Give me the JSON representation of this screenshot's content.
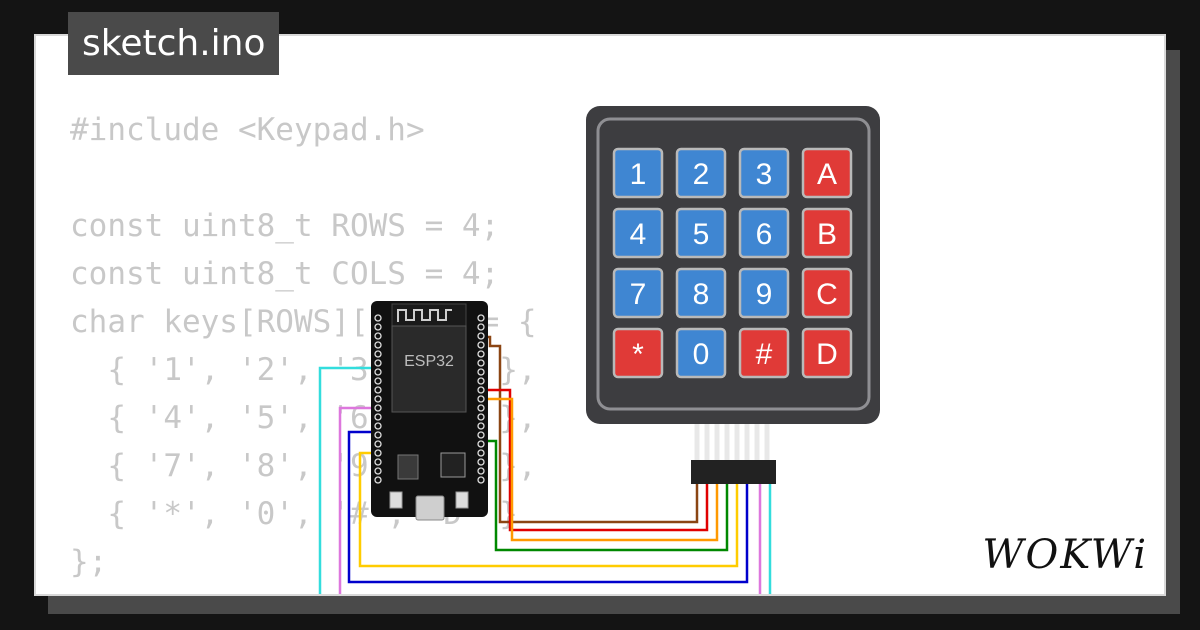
{
  "file_tab": {
    "label": "sketch.ino"
  },
  "code_lines": [
    "#include <Keypad.h>",
    "",
    "const uint8_t ROWS = 4;",
    "const uint8_t COLS = 4;",
    "char keys[ROWS][COLS] = {",
    "  { '1', '2', '3', 'A' },",
    "  { '4', '5', '6', 'B' },",
    "  { '7', '8', '9', 'C' },",
    "  { '*', '0', '#', 'D' }",
    "};"
  ],
  "esp32": {
    "label": "ESP32"
  },
  "keypad": {
    "keys": [
      [
        "1",
        "2",
        "3",
        "A"
      ],
      [
        "4",
        "5",
        "6",
        "B"
      ],
      [
        "7",
        "8",
        "9",
        "C"
      ],
      [
        "*",
        "0",
        "#",
        "D"
      ]
    ]
  },
  "colors": {
    "digit_key": "#3f86d2",
    "letter_key": "#e03a37",
    "keypad_body": "#3d3d40",
    "code_text": "#c8c8c8"
  },
  "wire_colors": [
    "#8b4513",
    "#e00000",
    "#ff9900",
    "#008800",
    "#ffcc00",
    "#0000cc",
    "#dd77dd",
    "#33dddd"
  ],
  "logo": {
    "text": "WOKWi"
  }
}
